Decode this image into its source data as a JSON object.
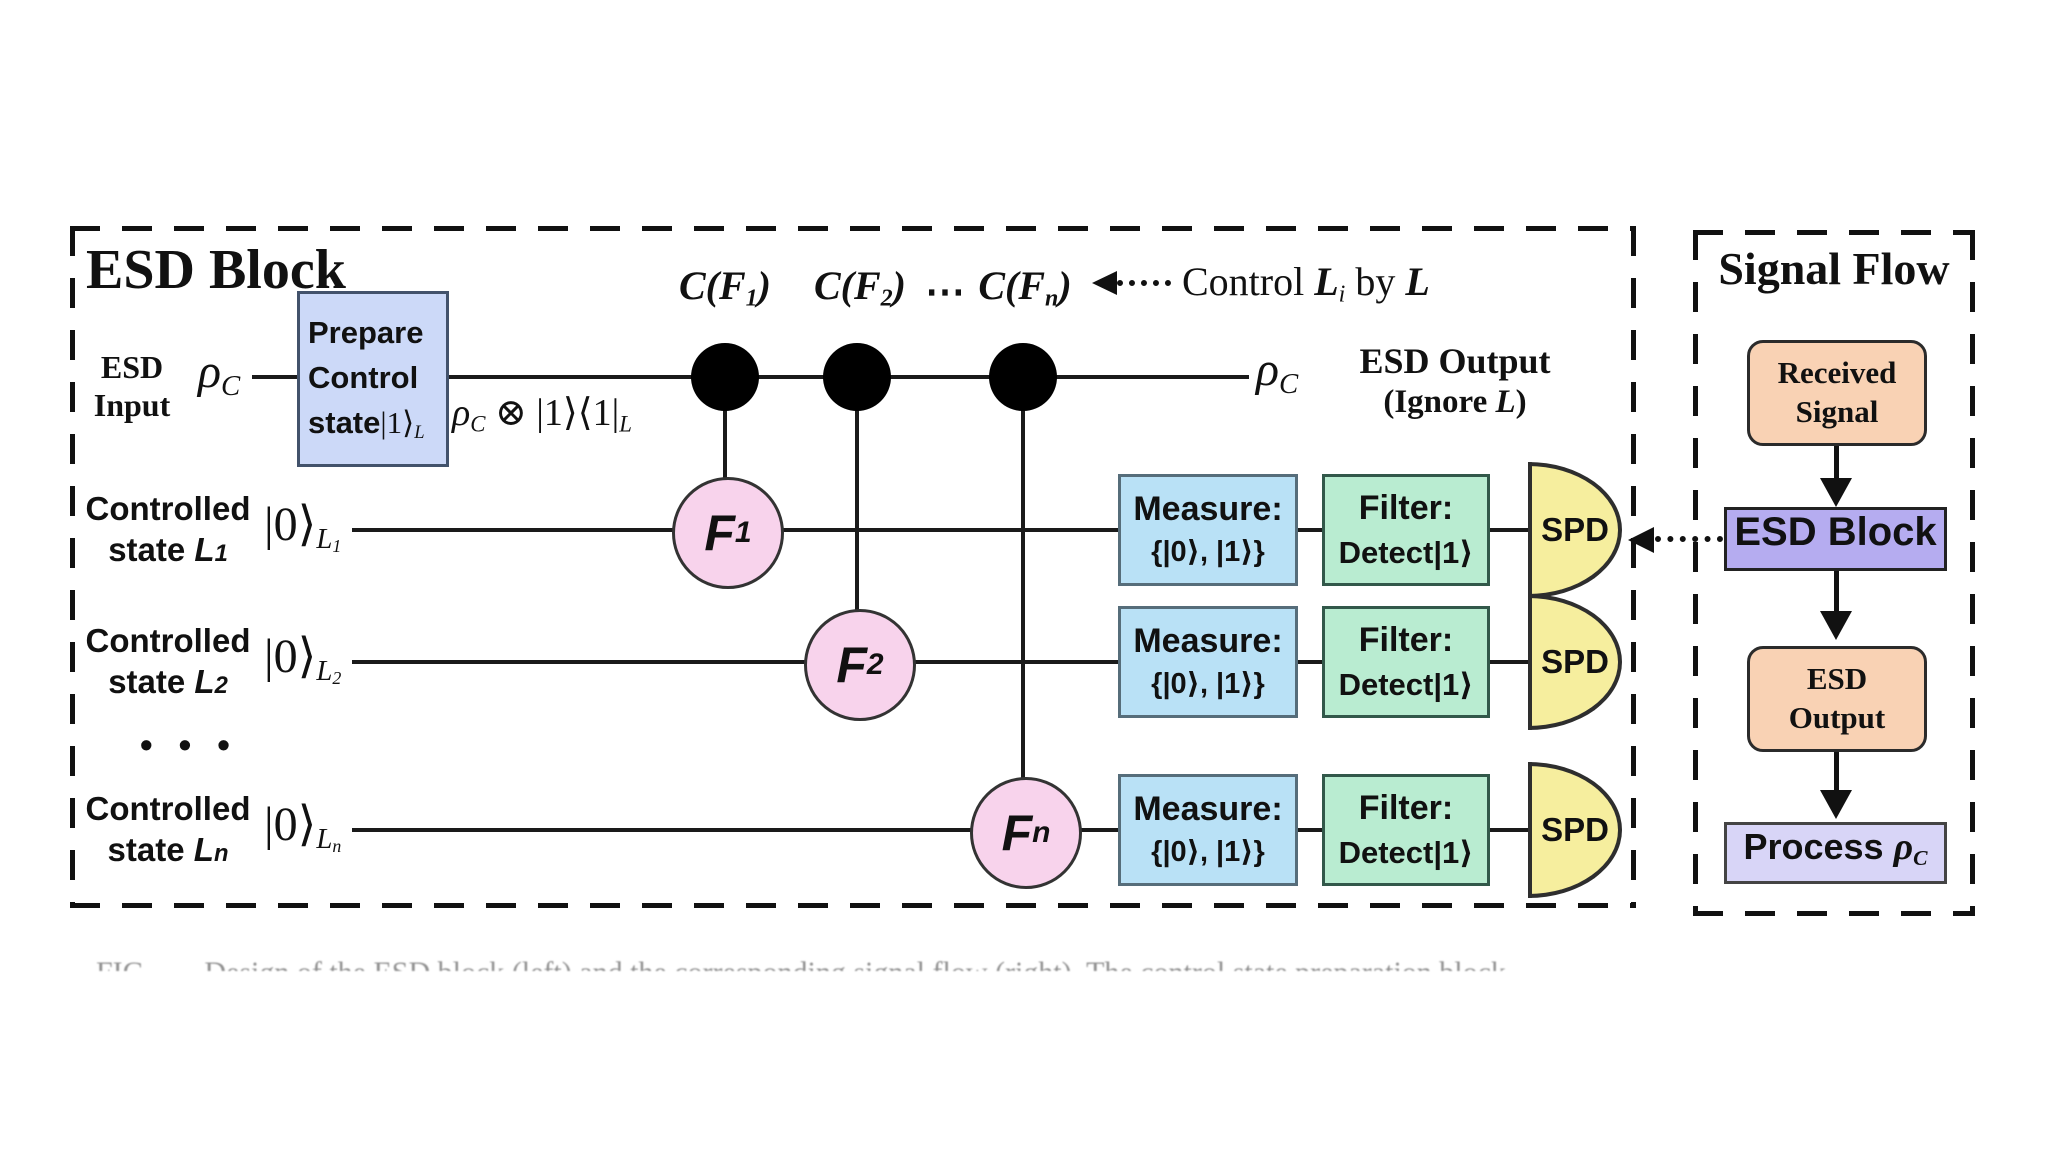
{
  "colors": {
    "prepare_fill": "#ccd9f8",
    "measure_fill": "#b9e1f6",
    "filter_fill": "#b9ecd1",
    "gate_fill": "#f8d3ec",
    "spd_fill": "#f6ee9e",
    "flow_terminal_fill": "#f9d2b4",
    "flow_esd_fill": "#b5acf0",
    "flow_process_fill": "#d8d5f7",
    "wire": "#1a1a1a"
  },
  "esd": {
    "title": "ESD Block",
    "input": {
      "line1": "ESD",
      "line2": "Input",
      "rho": "ρ",
      "rho_sub": "C"
    },
    "prepare": {
      "line1": "Prepare",
      "line2": "Control",
      "line3_word": "state",
      "line3_ket": "|1⟩",
      "line3_sub": "L"
    },
    "joint": {
      "rho": "ρ",
      "rho_sub": "C",
      "mid": " ⊗ |1⟩⟨1|",
      "sub": "L"
    },
    "cgates": [
      {
        "pre": "C(F",
        "sub": "1",
        "post": ")"
      },
      {
        "pre": "C(F",
        "sub": "2",
        "post": ")"
      },
      {
        "pre": "C(F",
        "sub": "n",
        "post": ")"
      }
    ],
    "cgates_ellipsis": "⋯",
    "annotation": {
      "w1": "Control ",
      "l1": "L",
      "sub": "i",
      "w2": " by ",
      "l2": "L"
    },
    "output": {
      "rho": "ρ",
      "rho_sub": "C",
      "line1": "ESD Output",
      "line2_pre": "(Ignore ",
      "line2_l": "L",
      "line2_post": ")"
    },
    "rows_ellipsis": "• • •",
    "rows": [
      {
        "lab1": "Controlled",
        "lab2": "state ",
        "lab_l": "L",
        "lab_sub": "1",
        "ket": "|0⟩",
        "ket_sub": "L",
        "ket_subsub": "1",
        "gate": "F",
        "gate_sub": "1",
        "m1": "Measure:",
        "m2": "{|0⟩, |1⟩}",
        "f1": "Filter:",
        "f2": "Detect|1⟩",
        "spd": "SPD"
      },
      {
        "lab1": "Controlled",
        "lab2": "state ",
        "lab_l": "L",
        "lab_sub": "2",
        "ket": "|0⟩",
        "ket_sub": "L",
        "ket_subsub": "2",
        "gate": "F",
        "gate_sub": "2",
        "m1": "Measure:",
        "m2": "{|0⟩, |1⟩}",
        "f1": "Filter:",
        "f2": "Detect|1⟩",
        "spd": "SPD"
      },
      {
        "lab1": "Controlled",
        "lab2": "state ",
        "lab_l": "L",
        "lab_sub": "n",
        "ket": "|0⟩",
        "ket_sub": "L",
        "ket_subsub": "n",
        "gate": "F",
        "gate_sub": "n",
        "m1": "Measure:",
        "m2": "{|0⟩, |1⟩}",
        "f1": "Filter:",
        "f2": "Detect|1⟩",
        "spd": "SPD"
      }
    ]
  },
  "flow": {
    "title": "Signal Flow",
    "received": {
      "line1": "Received",
      "line2": "Signal"
    },
    "esd_block": "ESD Block",
    "esd_output": {
      "line1": "ESD",
      "line2": "Output"
    },
    "process": {
      "word": "Process ",
      "rho": "ρ",
      "rho_sub": "C"
    }
  },
  "caption_fragment": "FIG. —. Design of the ESD block (left) and the corresponding signal flow (right). The control state preparation block"
}
